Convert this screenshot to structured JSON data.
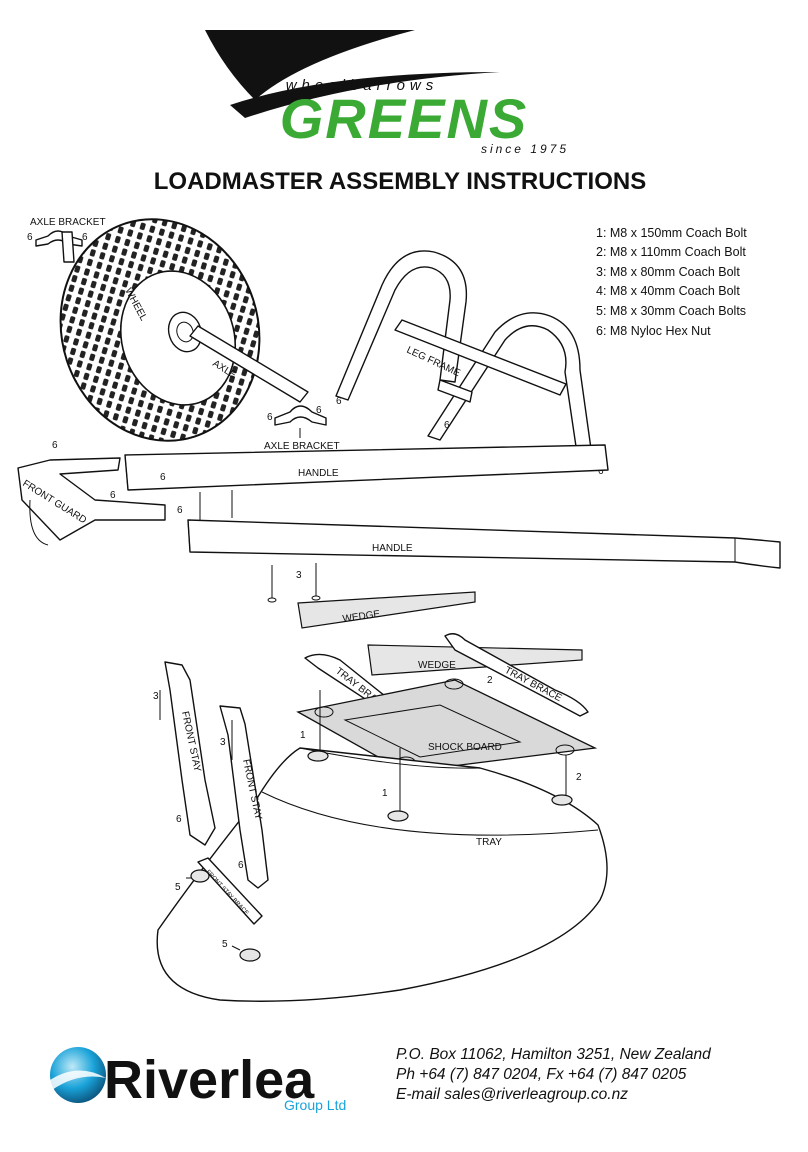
{
  "brand": {
    "tagline_top": "wheelbarrows",
    "name": "GREENS",
    "tagline_bottom": "since 1975",
    "color_green": "#3aaa35",
    "color_black": "#111111"
  },
  "title": "LOADMASTER ASSEMBLY INSTRUCTIONS",
  "legend": [
    "1: M8 x 150mm Coach Bolt",
    "2: M8 x 110mm Coach Bolt",
    "3: M8 x 80mm Coach Bolt",
    "4: M8 x 40mm Coach Bolt",
    "5: M8 x 30mm Coach Bolts",
    "6: M8 Nyloc Hex Nut"
  ],
  "labels": {
    "axle_bracket_top": "AXLE BRACKET",
    "axle_bracket_mid": "AXLE BRACKET",
    "wheel": "WHEEL",
    "axle": "AXLE",
    "leg_frame": "LEG FRAME",
    "handle_upper": "HANDLE",
    "handle_lower": "HANDLE",
    "front_guard": "FRONT GUARD",
    "wedge_upper": "WEDGE",
    "wedge_lower": "WEDGE",
    "tray_brace_left": "TRAY BRACE",
    "tray_brace_right": "TRAY BRACE",
    "shock_board": "SHOCK BOARD",
    "front_stay_left": "FRONT STAY",
    "front_stay_right": "FRONT STAY",
    "front_stay_brace": "FRONT STAY BRACE",
    "tray": "TRAY"
  },
  "callouts": {
    "n6": "6",
    "n3": "3",
    "n2": "2",
    "n1": "1",
    "n5": "5"
  },
  "footer": {
    "company": "Riverlea",
    "company_sub": "Group Ltd",
    "address": "P.O. Box 11062, Hamilton 3251, New Zealand",
    "phone": "Ph +64 (7) 847 0204, Fx +64 (7) 847 0205",
    "email": "E-mail sales@riverleagroup.co.nz",
    "color_blue": "#1aa3d9"
  }
}
